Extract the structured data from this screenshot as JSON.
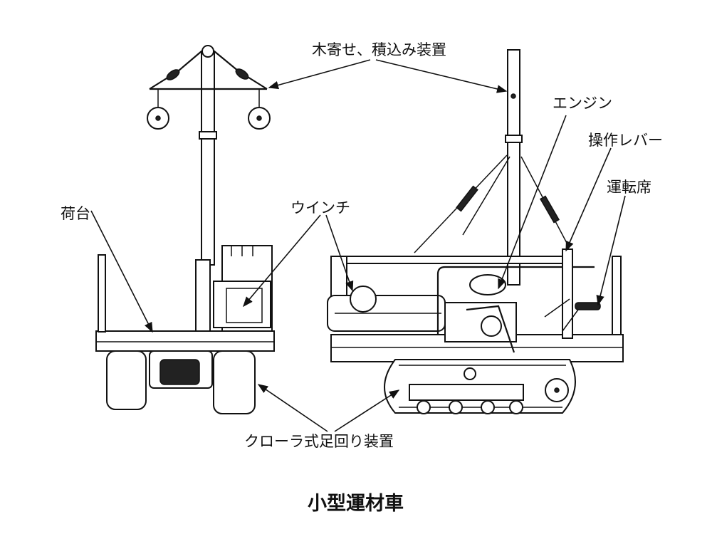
{
  "labels": {
    "loading_device": "木寄せ、積込み装置",
    "engine": "エンジン",
    "control_lever": "操作レバー",
    "driver_seat": "運転席",
    "cargo_bed": "荷台",
    "winch": "ウインチ",
    "crawler": "クローラ式足回り装置"
  },
  "caption": "小型運材車"
}
